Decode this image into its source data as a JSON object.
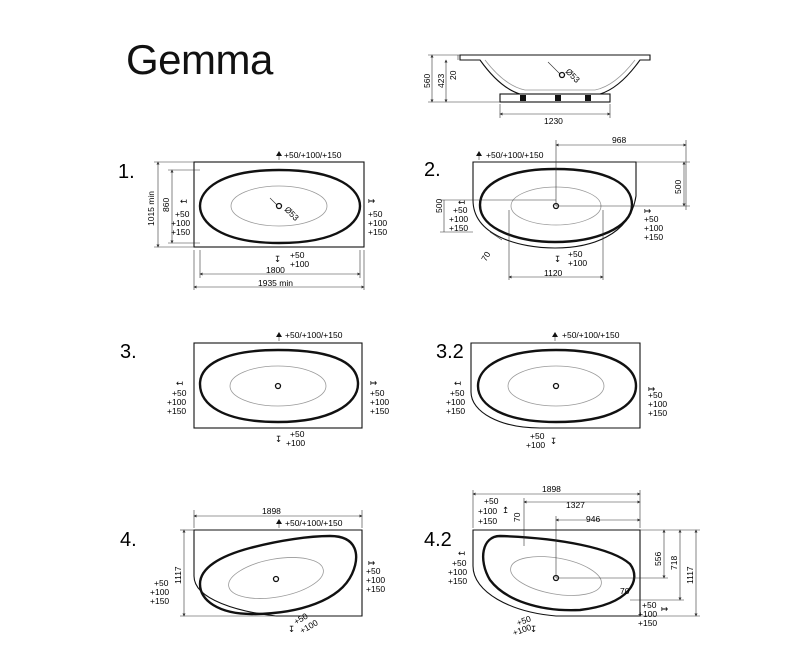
{
  "title": "Gemma",
  "side_view": {
    "height_total": "560",
    "height_rim": "423",
    "height_top": "20",
    "drain_dia": "Ø53",
    "width": "1230"
  },
  "variants": [
    {
      "number": "1.",
      "top": "+50/+100/+150",
      "left": [
        "+50",
        "+100",
        "+150"
      ],
      "right": [
        "+50",
        "+100",
        "+150"
      ],
      "bottom": [
        "+50",
        "+100"
      ],
      "dims": {
        "height_min": "1015 min",
        "height": "860",
        "length": "1800",
        "length_min": "1935 min",
        "drain": "Ø53"
      }
    },
    {
      "number": "2.",
      "top": "+50/+100/+150",
      "left": [
        "+50",
        "+100",
        "+150"
      ],
      "right": [
        "+50",
        "+100",
        "+150"
      ],
      "bottom": [
        "+50",
        "+100"
      ],
      "dims": {
        "top_len": "968",
        "right_h": "500",
        "left_h": "500",
        "corner": "70",
        "inner_len": "1120"
      }
    },
    {
      "number": "3.",
      "top": "+50/+100/+150",
      "left": [
        "+50",
        "+100",
        "+150"
      ],
      "right": [
        "+50",
        "+100",
        "+150"
      ],
      "bottom": [
        "+50",
        "+100"
      ]
    },
    {
      "number": "3.2",
      "top": "+50/+100/+150",
      "left": [
        "+50",
        "+100",
        "+150"
      ],
      "right": [
        "+50",
        "+100",
        "+150"
      ],
      "bottom": [
        "+50",
        "+100"
      ]
    },
    {
      "number": "4.",
      "top": "+50/+100/+150",
      "left": [
        "+50",
        "+100",
        "+150"
      ],
      "right": [
        "+50",
        "+100",
        "+150"
      ],
      "bottom": [
        "+50",
        "+100"
      ],
      "dims": {
        "length": "1898",
        "height": "1117"
      }
    },
    {
      "number": "4.2",
      "top_stack": [
        "+50",
        "+100",
        "+150"
      ],
      "left": [
        "+50",
        "+100",
        "+150"
      ],
      "right": [
        "+50",
        "+100",
        "+150"
      ],
      "bottom": [
        "+50",
        "+100"
      ],
      "dims": {
        "length": "1898",
        "len2": "1327",
        "len3": "946",
        "top_off": "70",
        "h1": "556",
        "h2": "718",
        "h3": "1117",
        "corner": "70"
      }
    }
  ]
}
